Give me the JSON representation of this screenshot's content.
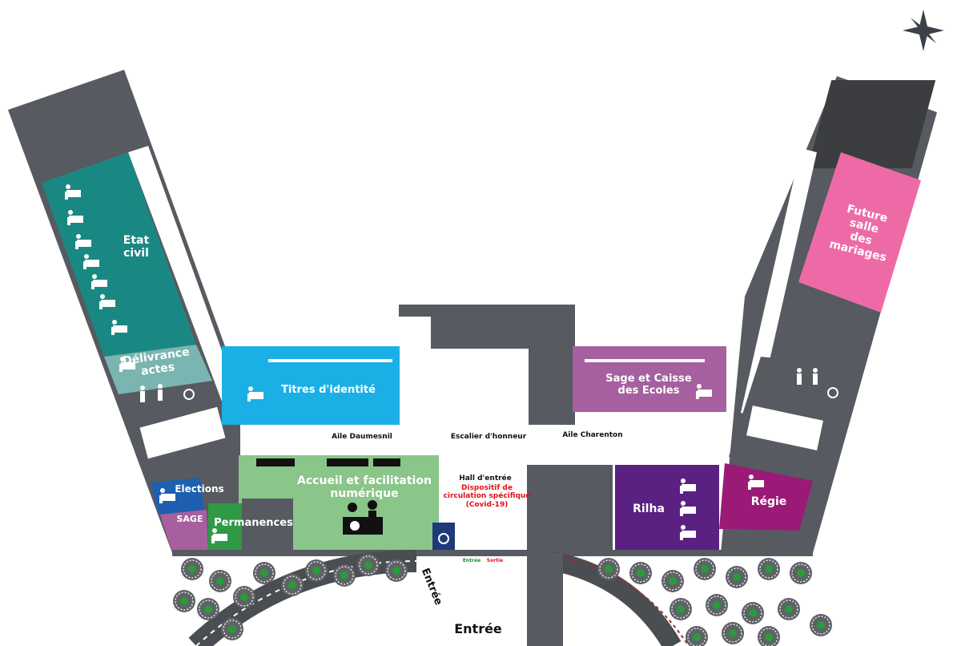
{
  "colors": {
    "structure": "#575a60",
    "etat_civil": "#1a8882",
    "delivrance": "#7bb5b1",
    "titres": "#1ab0e6",
    "sage_caisse": "#a6609f",
    "future_salle": "#ee6aa6",
    "accueil": "#8ac58a",
    "permanences": "#2e9a46",
    "elections": "#1e5fb0",
    "sage": "#a6609f",
    "rilha": "#5a2183",
    "regie": "#9c1a77",
    "road": "#4a4d52",
    "tree_green": "#2a9a3a"
  },
  "labels": {
    "etat_civil": "Etat\ncivil",
    "delivrance": "Délivrance\nactes",
    "titres": "Titres d'identité",
    "sage_caisse": "Sage et Caisse\ndes Ecoles",
    "future_salle": "Future\nsalle\ndes\nmariages",
    "accueil": "Accueil et facilitation\nnumérique",
    "permanences": "Permanences",
    "elections": "Elections",
    "sage": "SAGE",
    "rilha": "Rilha",
    "regie": "Régie",
    "aile_daumesnil": "Aile Daumesnil",
    "escalier": "Escalier d'honneur",
    "aile_charenton": "Aile Charenton",
    "hall": "Hall d'entrée",
    "dispositif": "Dispositif de\ncirculation spécifique\n(Covid-19)",
    "entree_small": "Entrée",
    "sortie_small": "Sortie",
    "entree_side": "Entrée",
    "entree_main": "Entrée"
  },
  "icons": {
    "compass": "compass-rose-icon",
    "wheelchair": "wheelchair-icon",
    "restroom": "restroom-icon",
    "info": "info-icon",
    "desk": "desk-agent-icon",
    "stairs": "stairs-icon",
    "seats": "waiting-seats-icon"
  }
}
